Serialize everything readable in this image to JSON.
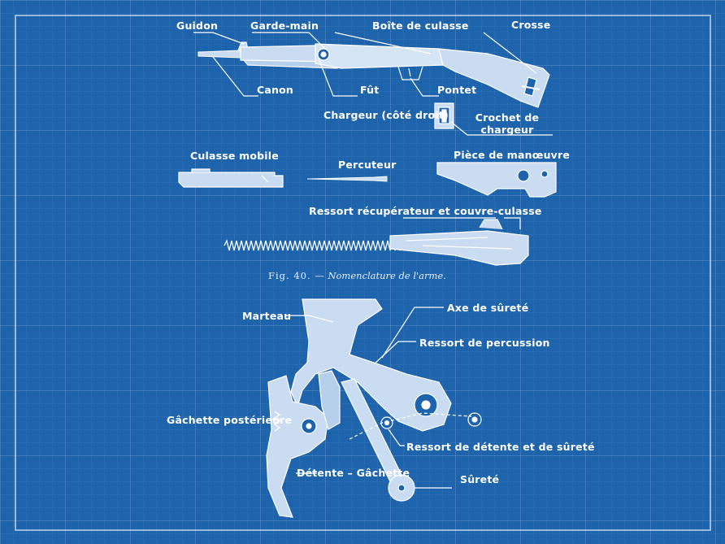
{
  "figure": {
    "caption_prefix": "Fig. 40. —",
    "caption_title": "Nomenclature de l'arme."
  },
  "rifle_labels": {
    "guidon": "Guidon",
    "garde_main": "Garde-main",
    "boite_de_culasse": "Boîte de culasse",
    "crosse": "Crosse",
    "canon": "Canon",
    "fut": "Fût",
    "pontet": "Pontet",
    "chargeur": "Chargeur (côté droit)",
    "crochet_line1": "Crochet de",
    "crochet_line2": "chargeur"
  },
  "parts_labels": {
    "culasse_mobile": "Culasse mobile",
    "percuteur": "Percuteur",
    "piece_de_manoeuvre": "Pièce de manœuvre",
    "ressort_recuperateur": "Ressort récupérateur et couvre-culasse"
  },
  "mechanism_labels": {
    "marteau": "Marteau",
    "axe_de_surete": "Axe de sûreté",
    "ressort_de_percussion": "Ressort de percussion",
    "gachette_posterieure": "Gâchette postérieure",
    "ressort_detente": "Ressort de détente et de sûreté",
    "detente_gachette": "Détente – Gâchette",
    "surete": "Sûreté"
  },
  "colors": {
    "background": "#1e64ad",
    "ink": "#ffffff",
    "part_fill": "#c9dcf1"
  }
}
